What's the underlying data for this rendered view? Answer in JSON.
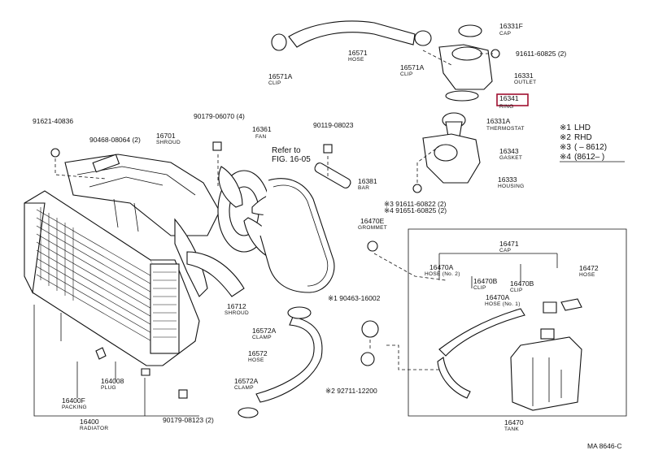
{
  "parts": [
    {
      "id": "p16331f",
      "num": "16331F",
      "name": "CAP"
    },
    {
      "id": "p16571",
      "num": "16571",
      "name": "HOSE"
    },
    {
      "id": "p16571a_top",
      "num": "16571A",
      "name": "CLIP"
    },
    {
      "id": "p16571a_left",
      "num": "16571A",
      "name": "CLIP"
    },
    {
      "id": "p91611",
      "num": "91611-60825 (2)",
      "name": ""
    },
    {
      "id": "p16331",
      "num": "16331",
      "name": "OUTLET"
    },
    {
      "id": "p16341",
      "num": "16341",
      "name": "RING"
    },
    {
      "id": "p16331a",
      "num": "16331A",
      "name": "THERMOSTAT"
    },
    {
      "id": "p16343",
      "num": "16343",
      "name": "GASKET"
    },
    {
      "id": "p16333",
      "num": "16333",
      "name": "HOUSING"
    },
    {
      "id": "p91621",
      "num": "91621-40836",
      "name": ""
    },
    {
      "id": "p90468",
      "num": "90468-08064 (2)",
      "name": ""
    },
    {
      "id": "p16701",
      "num": "16701",
      "name": "SHROUD"
    },
    {
      "id": "p90179a",
      "num": "90179-06070 (4)",
      "name": ""
    },
    {
      "id": "p16361",
      "num": "16361",
      "name": "FAN"
    },
    {
      "id": "p90119",
      "num": "90119-08023",
      "name": ""
    },
    {
      "id": "p16381",
      "num": "16381",
      "name": "BAR"
    },
    {
      "id": "p16470e",
      "num": "16470E",
      "name": "GROMMET"
    },
    {
      "id": "p16471",
      "num": "16471",
      "name": "CAP"
    },
    {
      "id": "p16470a",
      "num": "16470A",
      "name": "HOSE (No. 2)"
    },
    {
      "id": "p16470b_l",
      "num": "16470B",
      "name": "CLIP"
    },
    {
      "id": "p16470b_r",
      "num": "16470B",
      "name": "CLIP"
    },
    {
      "id": "p16472",
      "num": "16472",
      "name": "HOSE"
    },
    {
      "id": "p16470a_2",
      "num": "16470A",
      "name": "HOSE (No. 1)"
    },
    {
      "id": "p16712",
      "num": "16712",
      "name": "SHROUD"
    },
    {
      "id": "p90463",
      "num": "※1 90463-16002",
      "name": ""
    },
    {
      "id": "p16572a_top",
      "num": "16572A",
      "name": "CLAMP"
    },
    {
      "id": "p16572",
      "num": "16572",
      "name": "HOSE"
    },
    {
      "id": "p16572a_bot",
      "num": "16572A",
      "name": "CLAMP"
    },
    {
      "id": "p92711",
      "num": "※2 92711-12200",
      "name": ""
    },
    {
      "id": "p16400f",
      "num": "16400F",
      "name": "PACKING"
    },
    {
      "id": "p16400",
      "num": "16400",
      "name": "RADIATOR"
    },
    {
      "id": "p164008",
      "num": "164008",
      "name": "PLUG"
    },
    {
      "id": "p90179b",
      "num": "90179-08123 (2)",
      "name": ""
    },
    {
      "id": "p16470",
      "num": "16470",
      "name": "TANK"
    }
  ],
  "refer_note": {
    "line1": "Refer to",
    "line2": "FIG. 16-05"
  },
  "bolts_note": {
    "line1": "※3 91611-60822 (2)",
    "line2": "※4 91651-60825 (2)"
  },
  "legend": [
    {
      "mark": "※1",
      "text": "LHD"
    },
    {
      "mark": "※2",
      "text": "RHD"
    },
    {
      "mark": "※3",
      "text": "(      – 8612)"
    },
    {
      "mark": "※4",
      "text": "(8612–        )"
    }
  ],
  "footer_code": "MA  8646-C",
  "highlight_color": "#a01030"
}
